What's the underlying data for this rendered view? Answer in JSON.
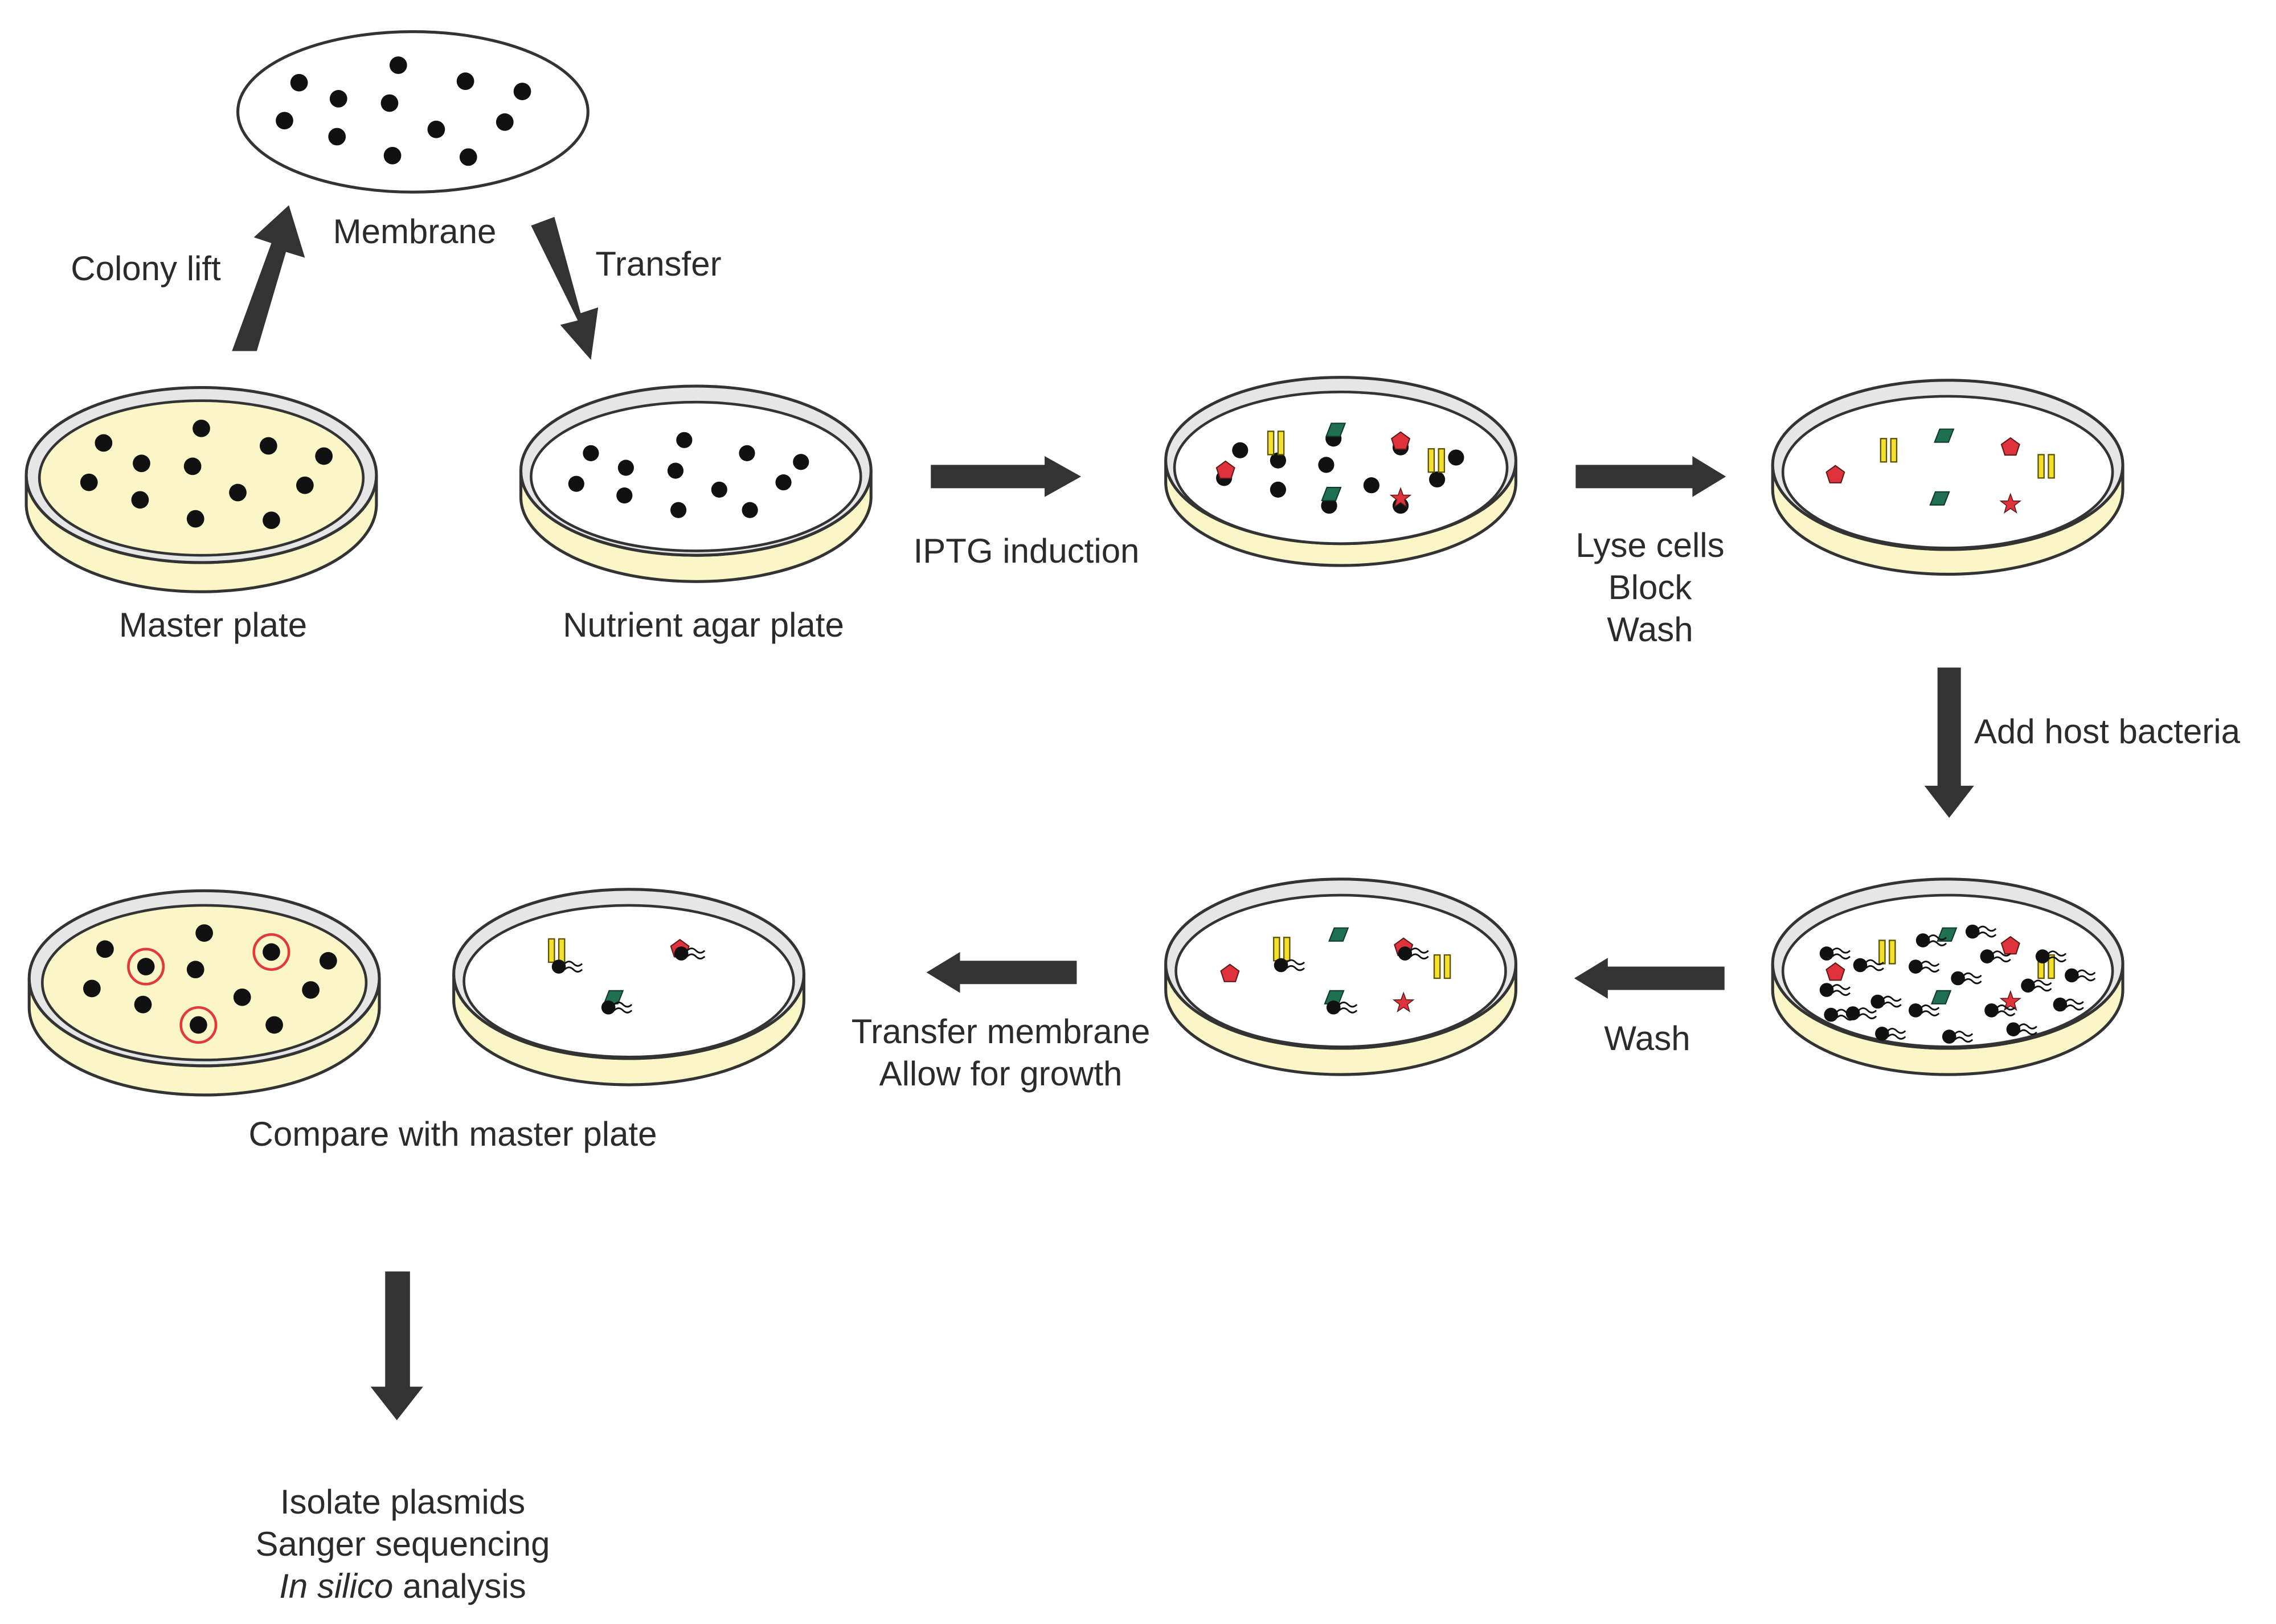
{
  "labels": {
    "colony_lift": "Colony lift",
    "membrane": "Membrane",
    "transfer": "Transfer",
    "master_plate": "Master plate",
    "nutrient_agar_plate": "Nutrient agar plate",
    "iptg_induction": "IPTG induction",
    "lyse_cells": "Lyse cells",
    "block": "Block",
    "wash_1": "Wash",
    "add_host_bacteria": "Add host bacteria",
    "wash_2": "Wash",
    "transfer_membrane": "Transfer membrane",
    "allow_for_growth": "Allow for growth",
    "compare_with_master_plate": "Compare with master plate",
    "isolate_plasmids": "Isolate plasmids",
    "sanger_sequencing": "Sanger sequencing",
    "in_silico_italic": "In silico",
    "analysis": " analysis"
  },
  "colors": {
    "agar": "#fbf6c8",
    "rim": "#e6e6e6",
    "outline": "#333333",
    "colony": "#111111",
    "arrow": "#333333",
    "text": "#2b2b2b",
    "pentagon": "#e0323b",
    "star": "#e0323b",
    "rhombus": "#1f6f52",
    "antibody": "#f2e02c",
    "selection_circle": "#e23a3a"
  }
}
